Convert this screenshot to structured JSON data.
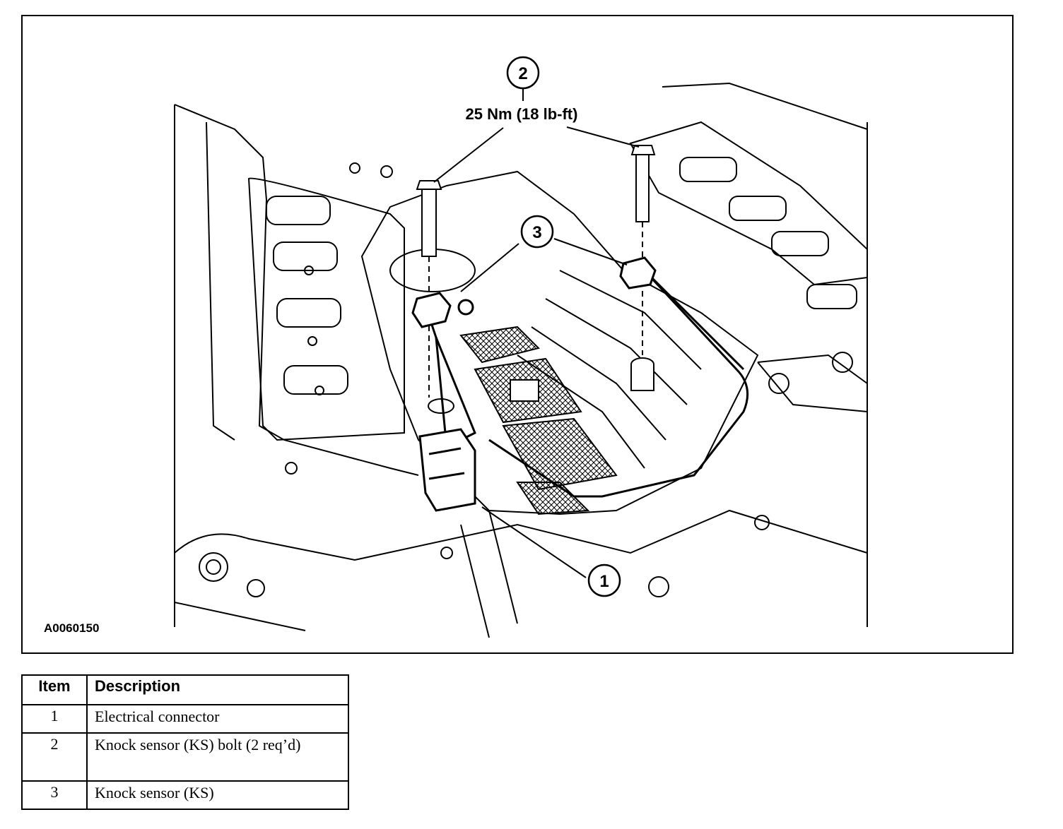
{
  "figure": {
    "figure_id": "A0060150",
    "callouts": [
      {
        "number": "1"
      },
      {
        "number": "2",
        "torque": "25 Nm (18 lb-ft)"
      },
      {
        "number": "3"
      }
    ]
  },
  "legend": {
    "headers": {
      "item": "Item",
      "description": "Description"
    },
    "rows": [
      {
        "item": "1",
        "description": "Electrical connector"
      },
      {
        "item": "2",
        "description": "Knock sensor (KS) bolt (2 req’d)"
      },
      {
        "item": "3",
        "description": "Knock sensor (KS)"
      }
    ]
  }
}
